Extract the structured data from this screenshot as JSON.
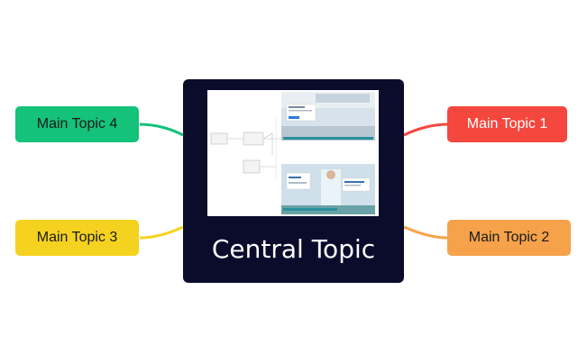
{
  "central": {
    "label": "Central Topic",
    "background": "#0b0b2b",
    "attachment": "embedded-flowchart-screenshot"
  },
  "topics": [
    {
      "id": "main-topic-1",
      "label": "Main Topic 1",
      "color": "#f4473e",
      "text_color": "#ffffff",
      "side": "right"
    },
    {
      "id": "main-topic-2",
      "label": "Main Topic 2",
      "color": "#f6a24a",
      "text_color": "#1a1a1a",
      "side": "right"
    },
    {
      "id": "main-topic-3",
      "label": "Main Topic 3",
      "color": "#f5d21f",
      "text_color": "#1a1a1a",
      "side": "left"
    },
    {
      "id": "main-topic-4",
      "label": "Main Topic 4",
      "color": "#14c27a",
      "text_color": "#1a1a1a",
      "side": "left"
    }
  ]
}
